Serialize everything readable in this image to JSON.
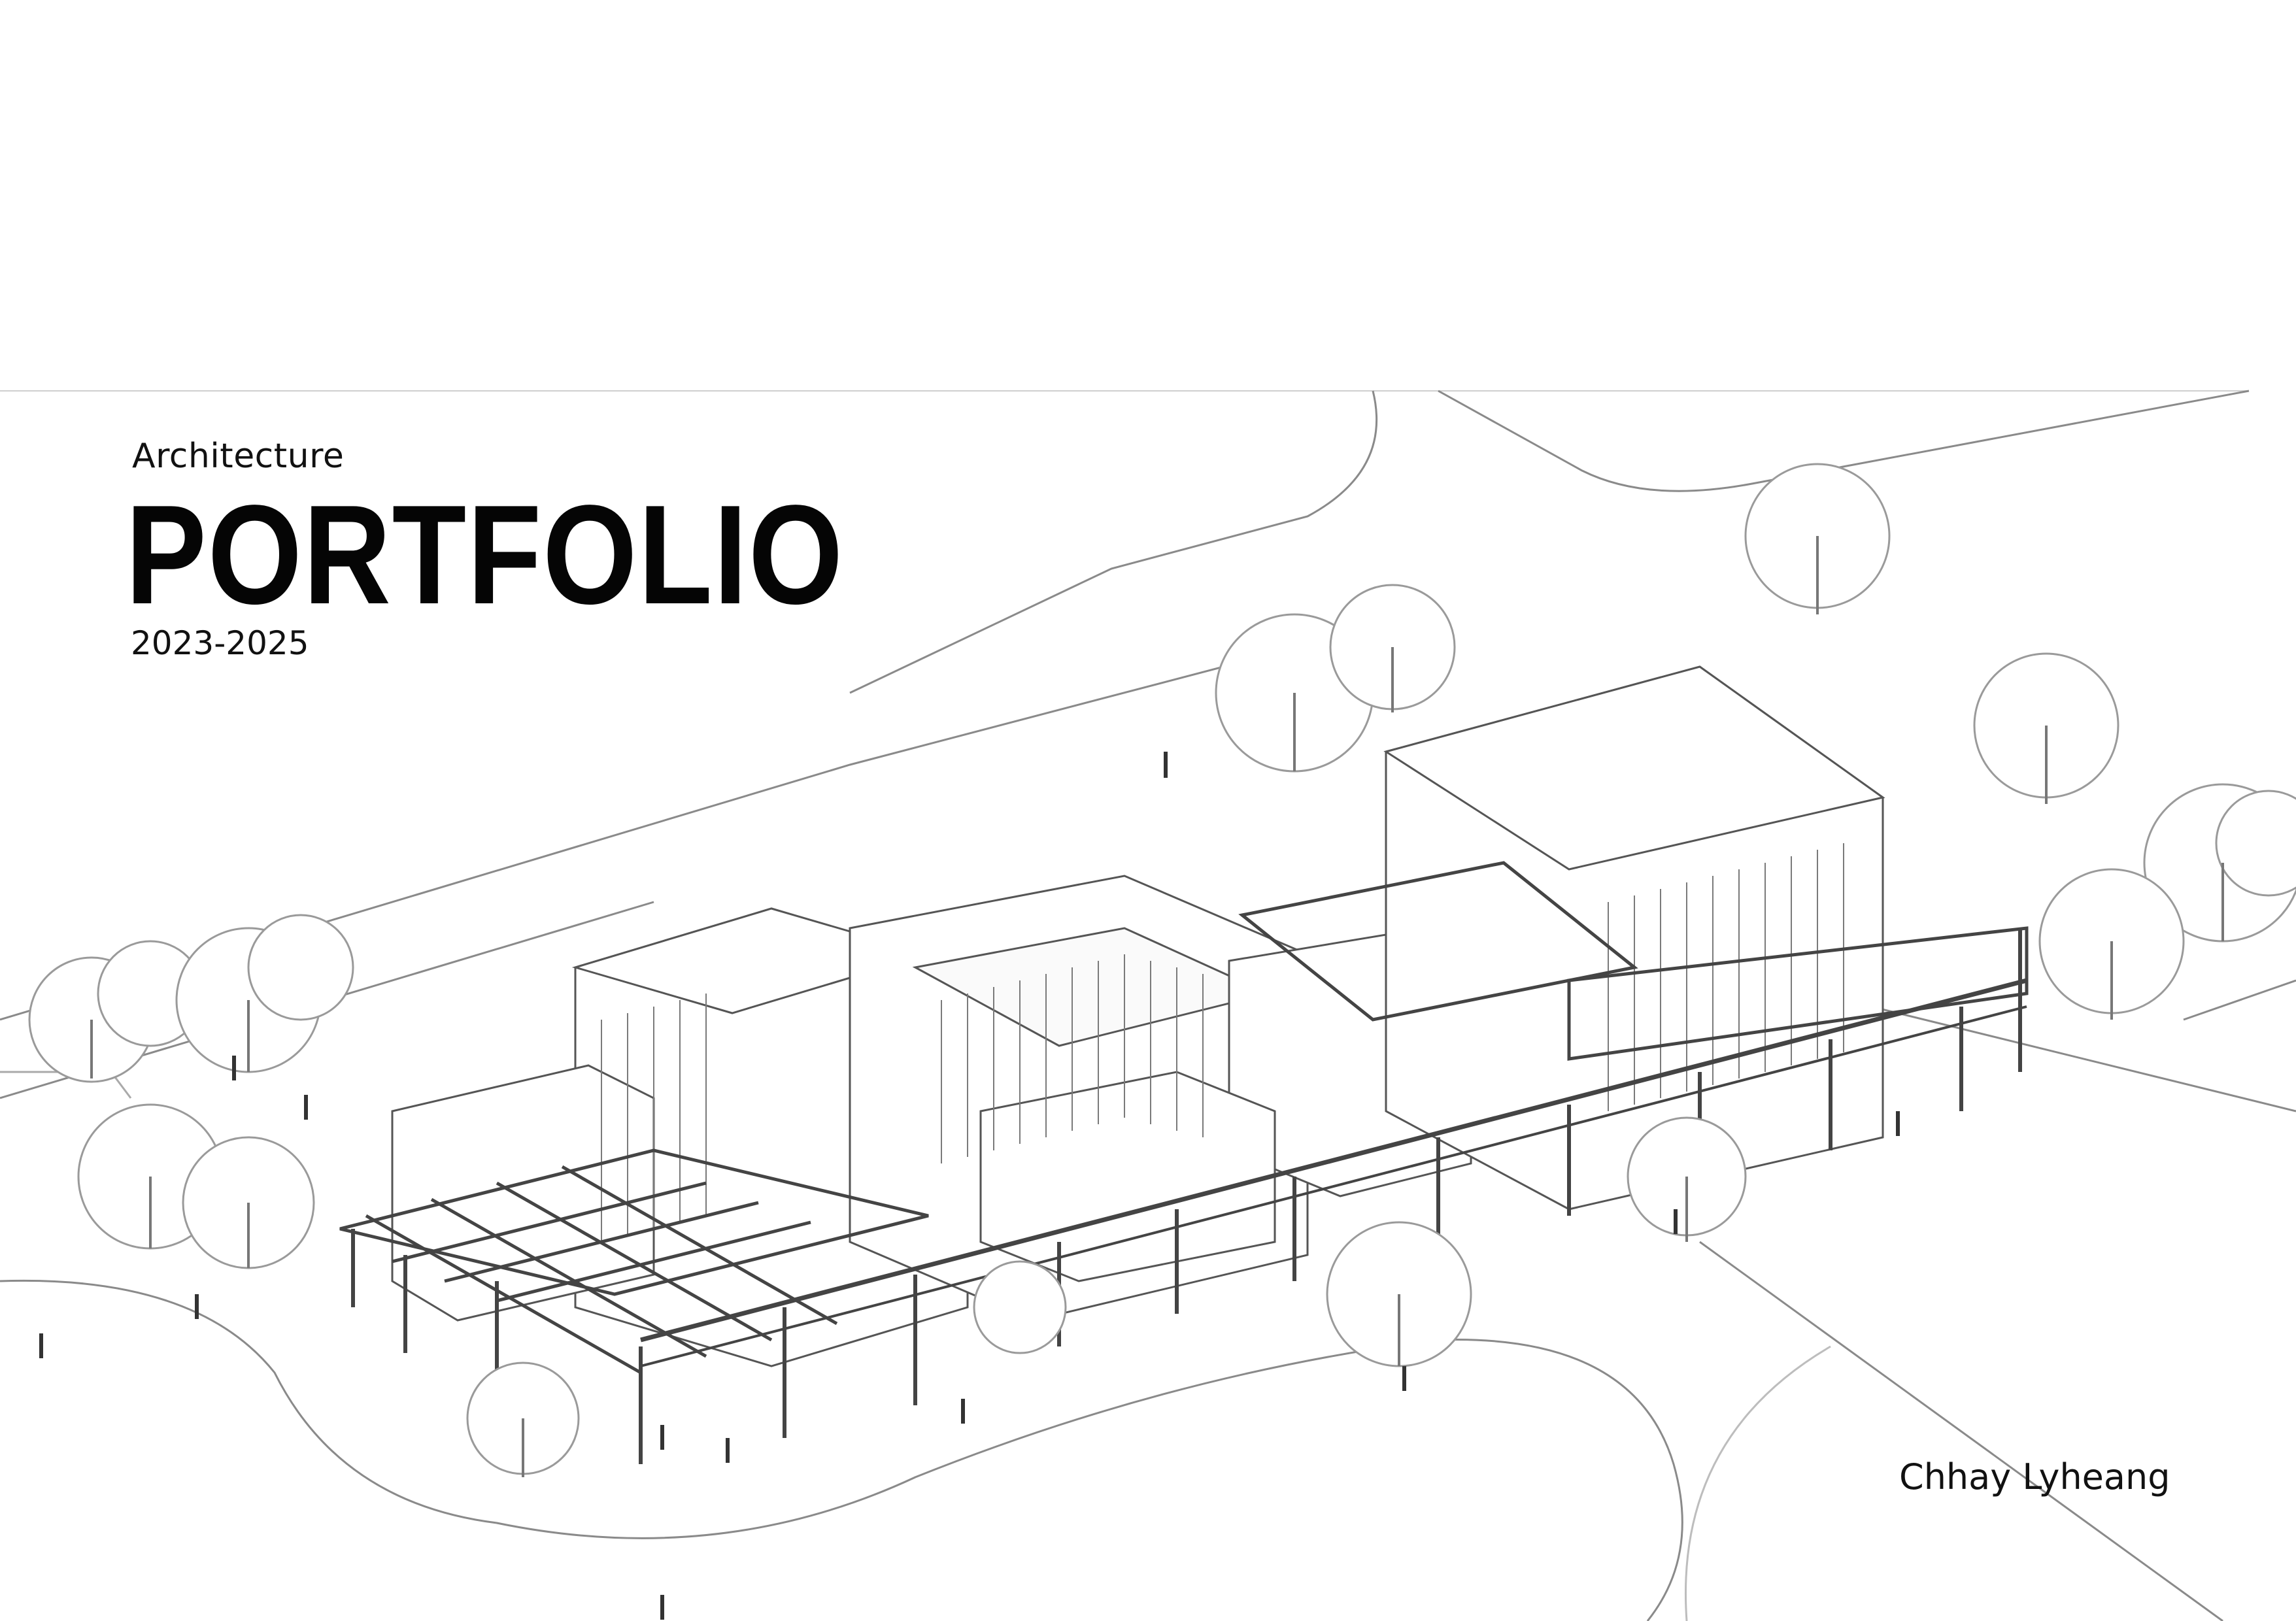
{
  "cover": {
    "subtitle": "Architecture",
    "title": "PORTFOLIO",
    "years": "2023-2025",
    "author": "Chhay Lyheang"
  },
  "drawing": {
    "description_icon": "axonometric-site-drawing",
    "line_color": "#6b6b6b",
    "tree_color": "#9a9a9a"
  }
}
